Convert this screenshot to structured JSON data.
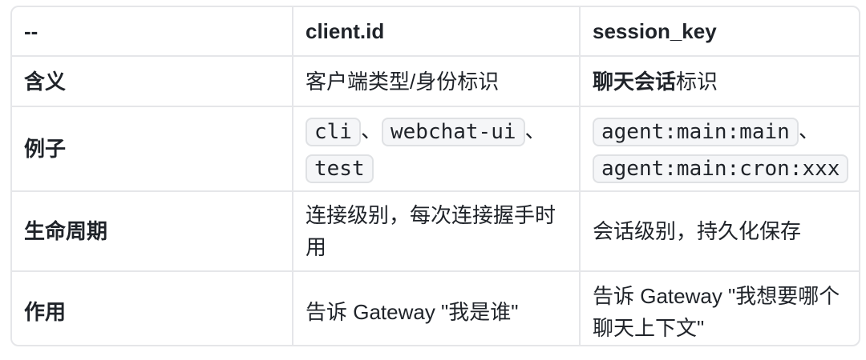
{
  "table": {
    "header": {
      "col0": "--",
      "col1": "client.id",
      "col2": "session_key"
    },
    "rows": {
      "meaning": {
        "label": "含义",
        "client_id": "客户端类型/身份标识",
        "session_key_bold": "聊天会话",
        "session_key_rest": "标识"
      },
      "examples": {
        "label": "例子",
        "separator": "、",
        "client_id_codes": [
          "cli",
          "webchat-ui",
          "test"
        ],
        "session_key_codes": [
          "agent:main:main",
          "agent:main:cron:xxx"
        ]
      },
      "lifecycle": {
        "label": "生命周期",
        "client_id": "连接级别，每次连接握手时用",
        "session_key": "会话级别，持久化保存"
      },
      "purpose": {
        "label": "作用",
        "client_id": "告诉 Gateway \"我是谁\"",
        "session_key": "告诉 Gateway \"我想要哪个聊天上下文\""
      }
    }
  },
  "colors": {
    "text": "#1f2329",
    "grid_border": "#e5e6e9",
    "code_background": "#f5f6f8",
    "code_border": "#dfe1e4",
    "page_background": "#ffffff"
  }
}
